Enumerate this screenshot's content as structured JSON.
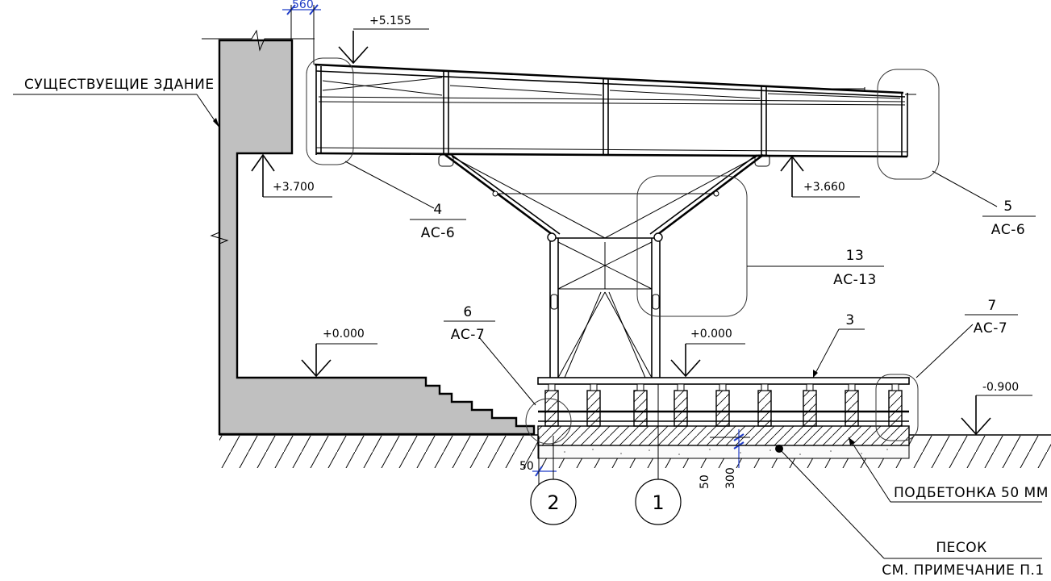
{
  "labels": {
    "existing_building": "СУЩЕСТВУЕЩИЕ ЗДАНИЕ",
    "subconcrete": "ПОДБЕТОНКА 50 ММ",
    "sand": "ПЕСОК",
    "sand_note": "СМ. ПРИМЕЧАНИЕ П.1",
    "item_3": "3"
  },
  "elevations": {
    "top": "+5.155",
    "wall_ledge": "+3.700",
    "beam_bottom": "+3.660",
    "ground_left": "+0.000",
    "ground_center": "+0.000",
    "ground_right": "-0.900"
  },
  "dimensions": {
    "top_gap": "560",
    "bottom_offset": "50",
    "subconcrete_thk": "50",
    "sand_thk": "300"
  },
  "axes": {
    "axis_1": "1",
    "axis_2": "2"
  },
  "details": {
    "d4": {
      "num": "4",
      "sheet": "АС-6"
    },
    "d5": {
      "num": "5",
      "sheet": "АС-6"
    },
    "d6": {
      "num": "6",
      "sheet": "АС-7"
    },
    "d7": {
      "num": "7",
      "sheet": "АС-7"
    },
    "d13": {
      "num": "13",
      "sheet": "АС-13"
    }
  }
}
